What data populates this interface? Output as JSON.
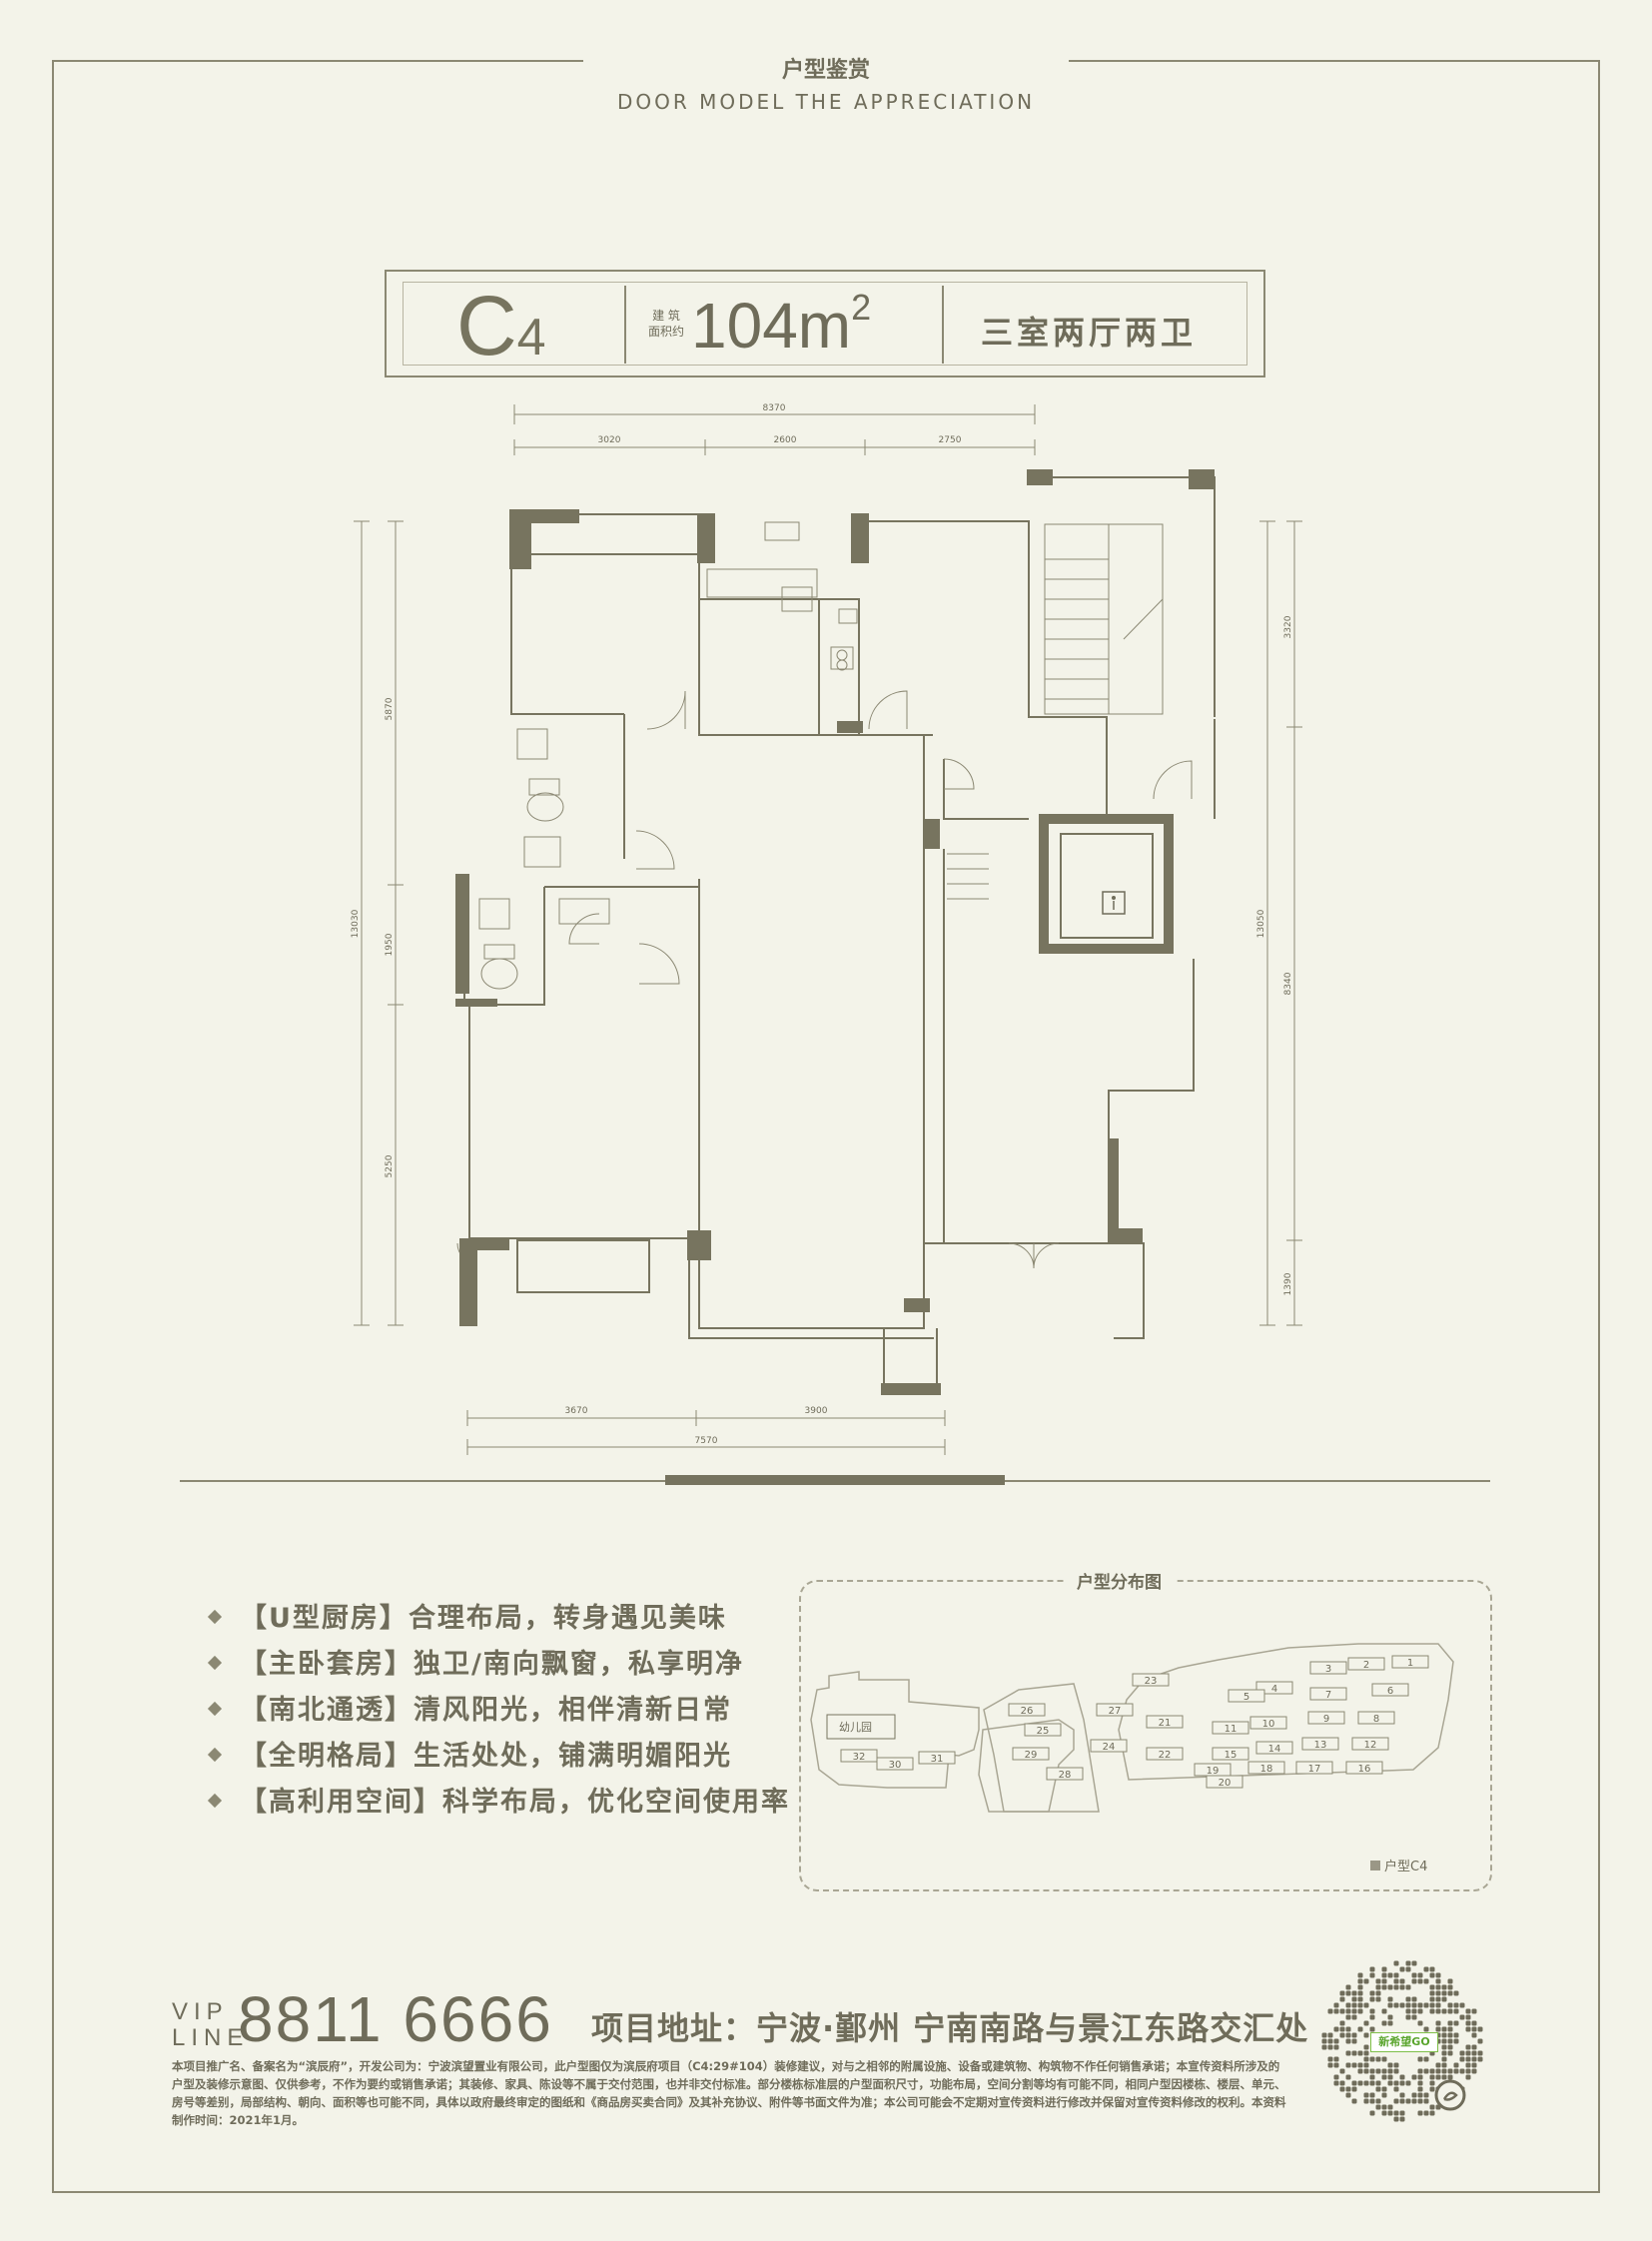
{
  "header": {
    "title_cn": "户型鉴赏",
    "title_en": "DOOR MODEL THE APPRECIATION"
  },
  "unit": {
    "code": "C",
    "code_sub": "4",
    "area_label_line1": "建 筑",
    "area_label_line2": "面积约",
    "area_value": "104m",
    "area_sup": "2",
    "layout": "三室两厅两卫"
  },
  "dimensions": {
    "top_total": "8370",
    "top_1": "3020",
    "top_2": "2600",
    "top_3": "2750",
    "left_total": "13030",
    "left_1": "5870",
    "left_2": "1950",
    "left_3": "5250",
    "right_total": "13050",
    "right_1": "3320",
    "right_2": "8340",
    "right_3": "1390",
    "bottom_total": "7570",
    "bottom_1": "3670",
    "bottom_2": "3900"
  },
  "features": [
    {
      "tag": "【U型厨房】",
      "text": "合理布局，转身遇见美味"
    },
    {
      "tag": "【主卧套房】",
      "text": "独卫/南向飘窗，私享明净"
    },
    {
      "tag": "【南北通透】",
      "text": "清风阳光，相伴清新日常"
    },
    {
      "tag": "【全明格局】",
      "text": "生活处处，铺满明媚阳光"
    },
    {
      "tag": "【高利用空间】",
      "text": "科学布局，优化空间使用率"
    }
  ],
  "site_map": {
    "title": "户型分布图",
    "legend": "户型C4",
    "kindergarten": "幼儿园",
    "buildings": [
      "1",
      "2",
      "3",
      "4",
      "5",
      "6",
      "7",
      "8",
      "9",
      "10",
      "11",
      "12",
      "13",
      "14",
      "15",
      "16",
      "17",
      "18",
      "19",
      "20",
      "21",
      "22",
      "23",
      "24",
      "25",
      "26",
      "27",
      "28",
      "29",
      "30",
      "31",
      "32"
    ]
  },
  "contact": {
    "vip_line1": "VIP",
    "vip_line2": "LINE",
    "phone": "8811 6666",
    "address": "项目地址：宁波·鄞州 宁南南路与景江东路交汇处"
  },
  "disclaimer": "本项目推广名、备案名为“滨辰府”，开发公司为：宁波滨望置业有限公司，此户型图仅为滨辰府项目（C4:29#104）装修建议，对与之相邻的附属设施、设备或建筑物、构筑物不作任何销售承诺；本宣传资料所涉及的户型及装修示意图、仅供参考，不作为要约或销售承诺；其装修、家具、陈设等不属于交付范围，也并非交付标准。部分楼栋标准层的户型面积尺寸，功能布局，空间分割等均有可能不同，相同户型因楼栋、楼层、单元、房号等差别，局部结构、朝向、面积等也可能不同，具体以政府最终审定的图纸和《商品房买卖合同》及其补充协议、附件等书面文件为准；本公司可能会不定期对宣传资料进行修改并保留对宣传资料修改的权利。本资料制作时间：2021年1月。",
  "qr": {
    "label": "新希望GO"
  },
  "colors": {
    "background": "#f3f3e9",
    "ink": "#6f6c5a",
    "wall": "#77745f",
    "qr_green": "#5aa52e"
  }
}
